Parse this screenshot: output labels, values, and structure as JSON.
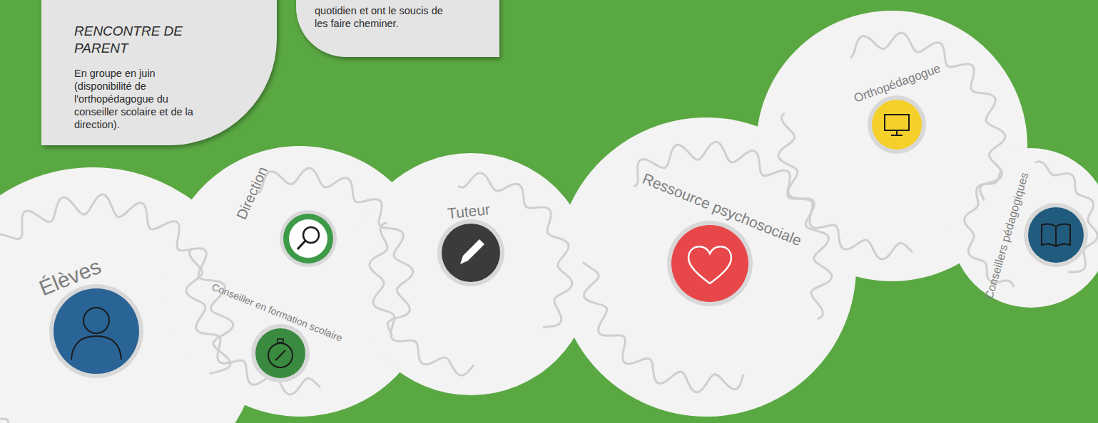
{
  "diagram": {
    "nodes": [
      {
        "text": [
          "RENCONTRE DE PARENT",
          "En groupe en juin (disponibilité de l'orthopédagogue du conseiller scolaire et de la direction)."
        ]
      },
      {
        "text": [
          "quotidien et ont le soucis de les faire cheminer."
        ]
      },
      {
        "text": [
          "Élèves"
        ]
      },
      {
        "text": [
          "Direction"
        ]
      },
      {
        "text": [
          "Conseiller en formation scolaire"
        ]
      },
      {
        "text": [
          "Tuteur"
        ]
      },
      {
        "text": [
          "Ressource psychosociale"
        ]
      },
      {
        "text": [
          "Orthopédagogue"
        ]
      },
      {
        "text": [
          "Conseillers pédagogiques"
        ]
      }
    ]
  }
}
